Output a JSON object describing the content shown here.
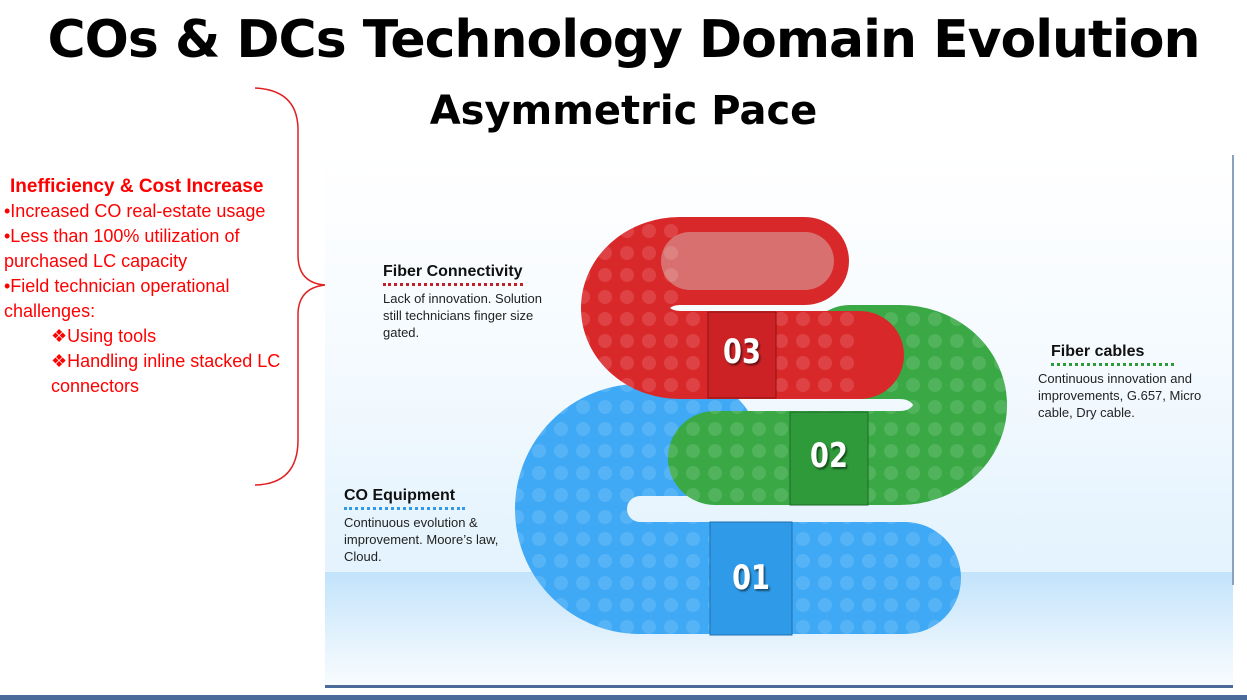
{
  "title": "COs & DCs Technology Domain Evolution",
  "subtitle": "Asymmetric Pace",
  "left_panel": {
    "heading": "Inefficiency & Cost Increase",
    "bullets": [
      "•Increased CO real-estate usage",
      "•Less than 100% utilization of purchased LC capacity",
      "•Field technician operational challenges:"
    ],
    "sub_bullets": [
      "❖Using tools",
      "❖Handling inline stacked LC connectors"
    ]
  },
  "steps": [
    {
      "number": "01",
      "title": "CO Equipment",
      "description": "Continuous evolution & improvement.  Moore’s law, Cloud.",
      "color": "#3fa9f5"
    },
    {
      "number": "02",
      "title": "Fiber cables",
      "description": "Continuous innovation and improvements, G.657, Micro cable, Dry cable.",
      "color": "#39a845"
    },
    {
      "number": "03",
      "title": "Fiber Connectivity",
      "description": "Lack of innovation. Solution still technicians finger size gated.",
      "color": "#d9282a"
    }
  ],
  "colors": {
    "accent_text": "#ff0000"
  }
}
